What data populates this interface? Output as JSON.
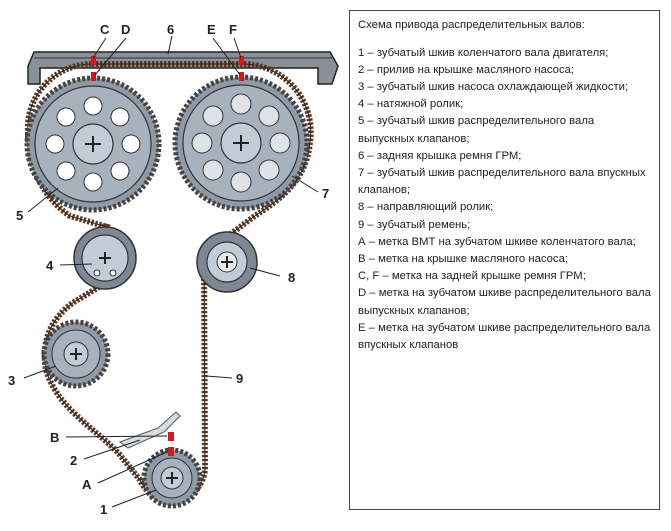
{
  "diagram": {
    "callouts": {
      "c": "C",
      "d": "D",
      "six": "6",
      "e": "E",
      "f": "F",
      "five": "5",
      "seven": "7",
      "four": "4",
      "eight": "8",
      "three": "3",
      "nine": "9",
      "b": "B",
      "two": "2",
      "a": "A",
      "one": "1"
    },
    "colors": {
      "belt": "#5a3a24",
      "sprocket": "#8e9aa6",
      "sprocket_light": "#c2ccd6",
      "marker": "#d11a1a",
      "cover": "#8a9098",
      "outline": "#222222"
    }
  },
  "legend": {
    "title": "Схема привода распределительных валов:",
    "items": [
      "1 – зубчатый шкив коленчатого вала двигателя;",
      "2 – прилив на крышке масляного насоса;",
      "3 – зубчатый шкив насоса охлаждающей жидкости;",
      "4 – натяжной ролик;",
      "5 – зубчатый шкив распределительного вала выпускных клапанов;",
      "6 – задняя крышка ремня ГРМ;",
      "7 – зубчатый шкив распределительного вала впускных клапанов;",
      "8 – направляющий ролик;",
      "9 – зубчатый ремень;",
      "А – метка ВМТ на зубчатом шкиве коленчатого вала;",
      "В – метка на крышке масляного насоса;",
      "С, F – метка на задней крышке ремня ГРМ;",
      "D – метка на зубчатом шкиве распределительного вала выпускных клапанов;",
      "Е – метка на зубчатом шкиве распределительного вала впускных клапанов"
    ]
  }
}
